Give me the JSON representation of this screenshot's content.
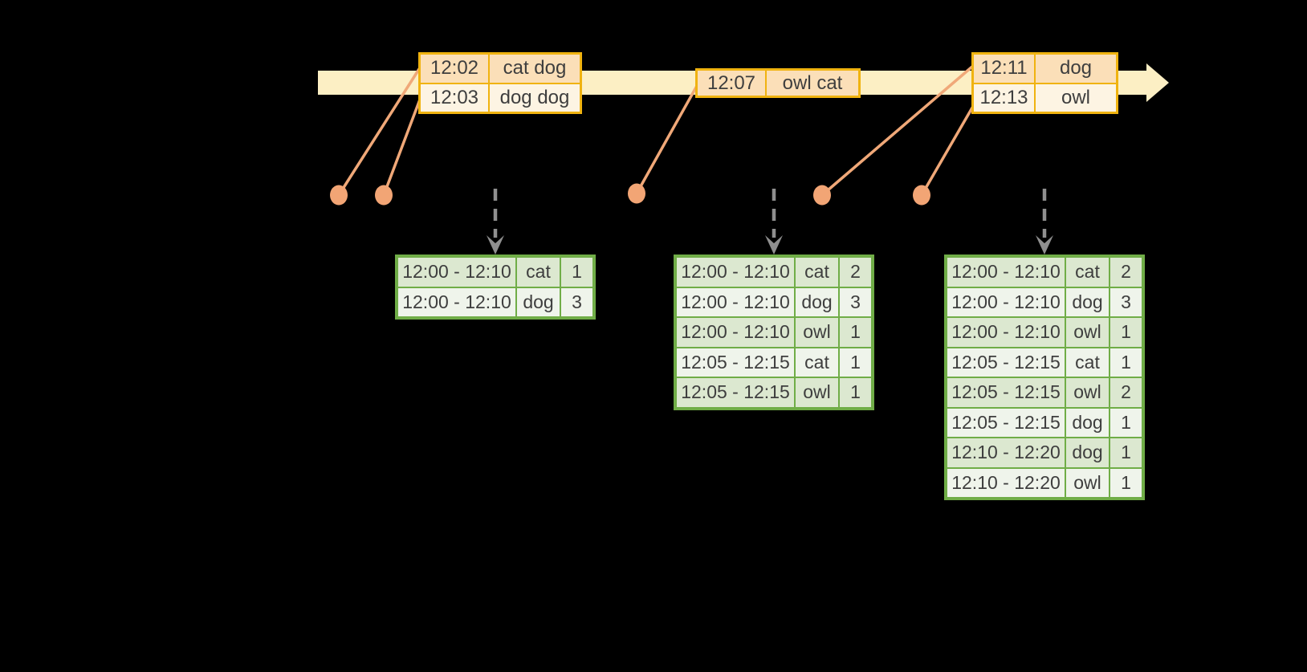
{
  "colors": {
    "background": "#000000",
    "timeline_fill": "#fcefc4",
    "event_border": "#f0b310",
    "event_row_peach": "#fbdfb8",
    "event_row_cream": "#fdf4e3",
    "connector": "#f0a878",
    "connector_dot": "#f2a575",
    "trigger_arrow": "#8f8f8f",
    "table_border": "#70ad47",
    "table_row_odd": "#dce8d0",
    "table_row_even": "#eff4eb",
    "text": "#3e3e3e"
  },
  "icons": {
    "timeline_arrow": "right-arrow-icon",
    "trigger_arrow": "down-dashed-arrow-icon",
    "event_marker": "dot-icon"
  },
  "diagram": {
    "timeline": {
      "event_boxes": [
        {
          "rows": [
            {
              "time": "12:02",
              "words": "cat dog"
            },
            {
              "time": "12:03",
              "words": "dog dog"
            }
          ]
        },
        {
          "rows": [
            {
              "time": "12:07",
              "words": "owl cat"
            }
          ]
        },
        {
          "rows": [
            {
              "time": "12:11",
              "words": "dog"
            },
            {
              "time": "12:13",
              "words": "owl"
            }
          ]
        }
      ]
    },
    "result_tables": [
      {
        "rows": [
          {
            "window": "12:00 - 12:10",
            "word": "cat",
            "count": "1"
          },
          {
            "window": "12:00 - 12:10",
            "word": "dog",
            "count": "3"
          }
        ]
      },
      {
        "rows": [
          {
            "window": "12:00 - 12:10",
            "word": "cat",
            "count": "2"
          },
          {
            "window": "12:00 - 12:10",
            "word": "dog",
            "count": "3"
          },
          {
            "window": "12:00 - 12:10",
            "word": "owl",
            "count": "1"
          },
          {
            "window": "12:05 - 12:15",
            "word": "cat",
            "count": "1"
          },
          {
            "window": "12:05 - 12:15",
            "word": "owl",
            "count": "1"
          }
        ]
      },
      {
        "rows": [
          {
            "window": "12:00 - 12:10",
            "word": "cat",
            "count": "2"
          },
          {
            "window": "12:00 - 12:10",
            "word": "dog",
            "count": "3"
          },
          {
            "window": "12:00 - 12:10",
            "word": "owl",
            "count": "1"
          },
          {
            "window": "12:05 - 12:15",
            "word": "cat",
            "count": "1"
          },
          {
            "window": "12:05 - 12:15",
            "word": "owl",
            "count": "2"
          },
          {
            "window": "12:05 - 12:15",
            "word": "dog",
            "count": "1"
          },
          {
            "window": "12:10 - 12:20",
            "word": "dog",
            "count": "1"
          },
          {
            "window": "12:10 - 12:20",
            "word": "owl",
            "count": "1"
          }
        ]
      }
    ]
  }
}
